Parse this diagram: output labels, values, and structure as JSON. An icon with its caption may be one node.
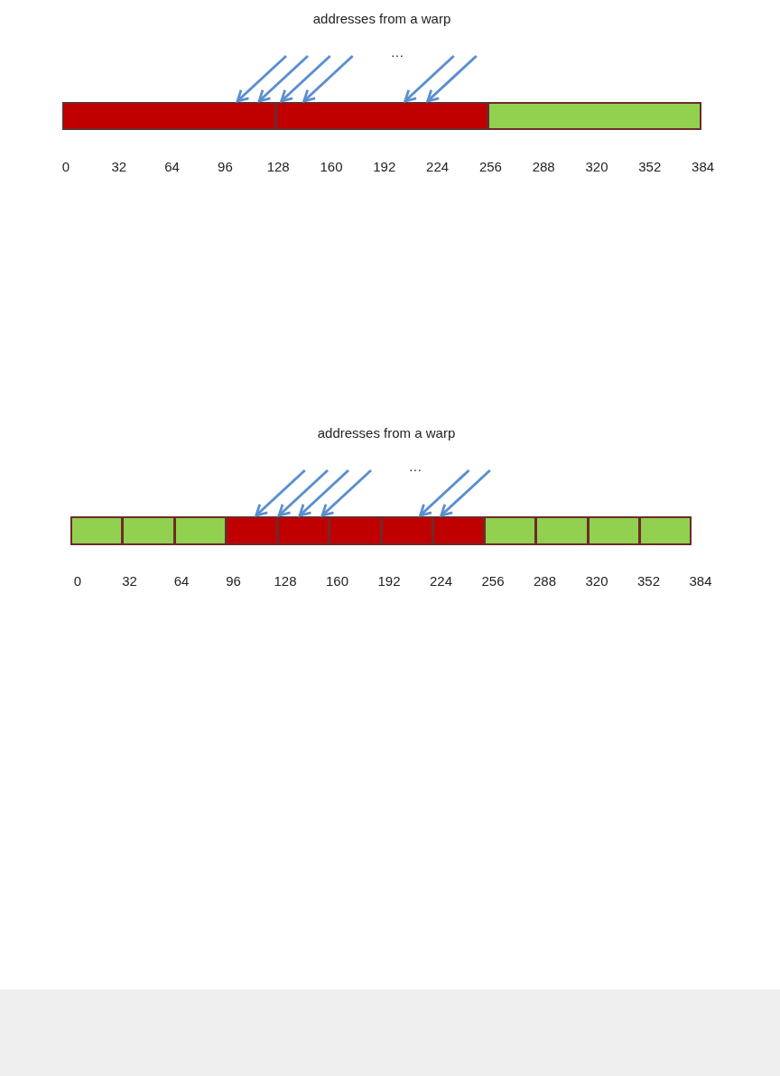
{
  "diagram": {
    "nodes": [
      {
        "text": [],
        "shape": "bar"
      },
      {
        "text": [],
        "shape": "bar"
      },
      {
        "text": [],
        "shape": "bar"
      },
      {
        "text": [],
        "shape": "bar"
      },
      {
        "text": [],
        "shape": "bar"
      },
      {
        "text": [],
        "shape": "bar"
      },
      {
        "text": [],
        "shape": "bar"
      },
      {
        "text": [],
        "shape": "bar"
      },
      {
        "text": [],
        "shape": "bar"
      },
      {
        "text": [],
        "shape": "bar"
      },
      {
        "text": [],
        "shape": "bar"
      },
      {
        "text": [],
        "shape": "bar"
      },
      {
        "text": [],
        "shape": "bar"
      },
      {
        "text": [],
        "shape": "bar"
      },
      {
        "text": [],
        "shape": "bar"
      }
    ],
    "edges": [
      {
        "from": null,
        "to": 0,
        "arrow": "to"
      },
      {
        "from": null,
        "to": 0,
        "arrow": "to"
      },
      {
        "from": null,
        "to": 1,
        "arrow": "to"
      },
      {
        "from": null,
        "to": 1,
        "arrow": "to"
      },
      {
        "from": null,
        "to": 1,
        "arrow": "to"
      },
      {
        "from": null,
        "to": 1,
        "arrow": "to"
      },
      {
        "from": null,
        "to": 6,
        "arrow": "to"
      },
      {
        "from": null,
        "to": 7,
        "arrow": "to"
      },
      {
        "from": null,
        "to": 7,
        "arrow": "to"
      },
      {
        "from": null,
        "to": 7,
        "arrow": "to"
      },
      {
        "from": null,
        "to": 9,
        "arrow": "to"
      },
      {
        "from": null,
        "to": 10,
        "arrow": "to"
      }
    ],
    "labels": [
      "addresses from a warp",
      "…",
      "0",
      "32",
      "64",
      "96",
      "128",
      "160",
      "192",
      "224",
      "256",
      "288",
      "320",
      "352",
      "384",
      "addresses from a warp",
      "…",
      "0",
      "32",
      "64",
      "96",
      "128",
      "160",
      "192",
      "224",
      "256",
      "288",
      "320",
      "352",
      "384"
    ]
  }
}
